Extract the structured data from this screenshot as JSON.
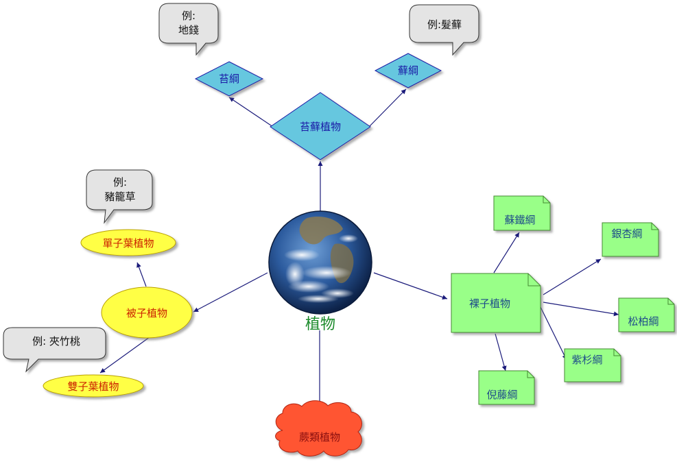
{
  "center": {
    "label": "植物"
  },
  "nodes": {
    "moss": {
      "label": "苔蘚植物"
    },
    "liverwort": {
      "label": "苔綱"
    },
    "bryopsida": {
      "label": "蘚綱"
    },
    "angiosperm": {
      "label": "被子植物"
    },
    "monocot": {
      "label": "單子葉植物"
    },
    "dicot": {
      "label": "雙子葉植物"
    },
    "fern": {
      "label": "蕨類植物"
    },
    "gymnosperm": {
      "label": "裸子植物"
    },
    "cycad": {
      "label": "蘇鐵綱"
    },
    "ginkgo": {
      "label": "銀杏綱"
    },
    "pinopsida": {
      "label": "松柏綱"
    },
    "taxopsida": {
      "label": "紫杉綱"
    },
    "gnetopsida": {
      "label": "倪藤綱"
    }
  },
  "callouts": {
    "liverwort_example": {
      "line1": "例:",
      "line2": "地錢"
    },
    "bryopsida_example": {
      "line1": "例:髮蘚"
    },
    "monocot_example": {
      "line1": "例:",
      "line2": "豬籠草"
    },
    "dicot_example": {
      "line1": "例: 夾竹桃"
    }
  },
  "colors": {
    "moss_fill": "#66c7df",
    "moss_text": "#1a1aa6",
    "angio_fill": "#ffff44",
    "angio_text": "#cc2200",
    "gymno_fill": "#99ff88",
    "gymno_text": "#1d4a8a",
    "fern_fill": "#ff5533",
    "fern_text": "#8a1010",
    "center_text": "#1a8a2a",
    "arrow": "#1a1a7a",
    "callout_fill": "#e4e4e4"
  }
}
